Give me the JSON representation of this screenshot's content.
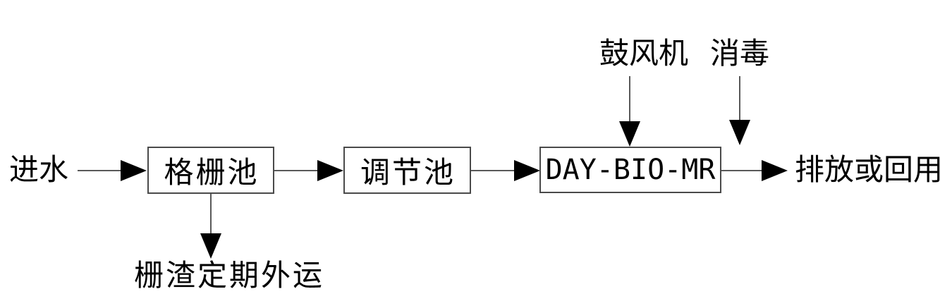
{
  "diagram": {
    "labels": {
      "inflow": "进水",
      "grid_tank": "格栅池",
      "regulation_tank": "调节池",
      "reactor": "DAY-BIO-MR",
      "discharge": "排放或回用",
      "blower": "鼓风机",
      "disinfection": "消毒",
      "residue": "栅渣定期外运"
    },
    "flow": [
      {
        "from": "inflow",
        "to": "grid_tank",
        "direction": "right"
      },
      {
        "from": "grid_tank",
        "to": "regulation_tank",
        "direction": "right"
      },
      {
        "from": "regulation_tank",
        "to": "reactor",
        "direction": "right"
      },
      {
        "from": "reactor",
        "to": "discharge",
        "direction": "right"
      },
      {
        "from": "blower",
        "to": "reactor",
        "direction": "down"
      },
      {
        "from": "disinfection",
        "to": "reactor-outlet-line",
        "direction": "down"
      },
      {
        "from": "grid_tank",
        "to": "residue",
        "direction": "down"
      }
    ],
    "colors": {
      "background": "#ffffff",
      "text": "#000000",
      "line": "#595959",
      "arrowhead": "#000000",
      "box_border": "#4a4a4a"
    }
  }
}
